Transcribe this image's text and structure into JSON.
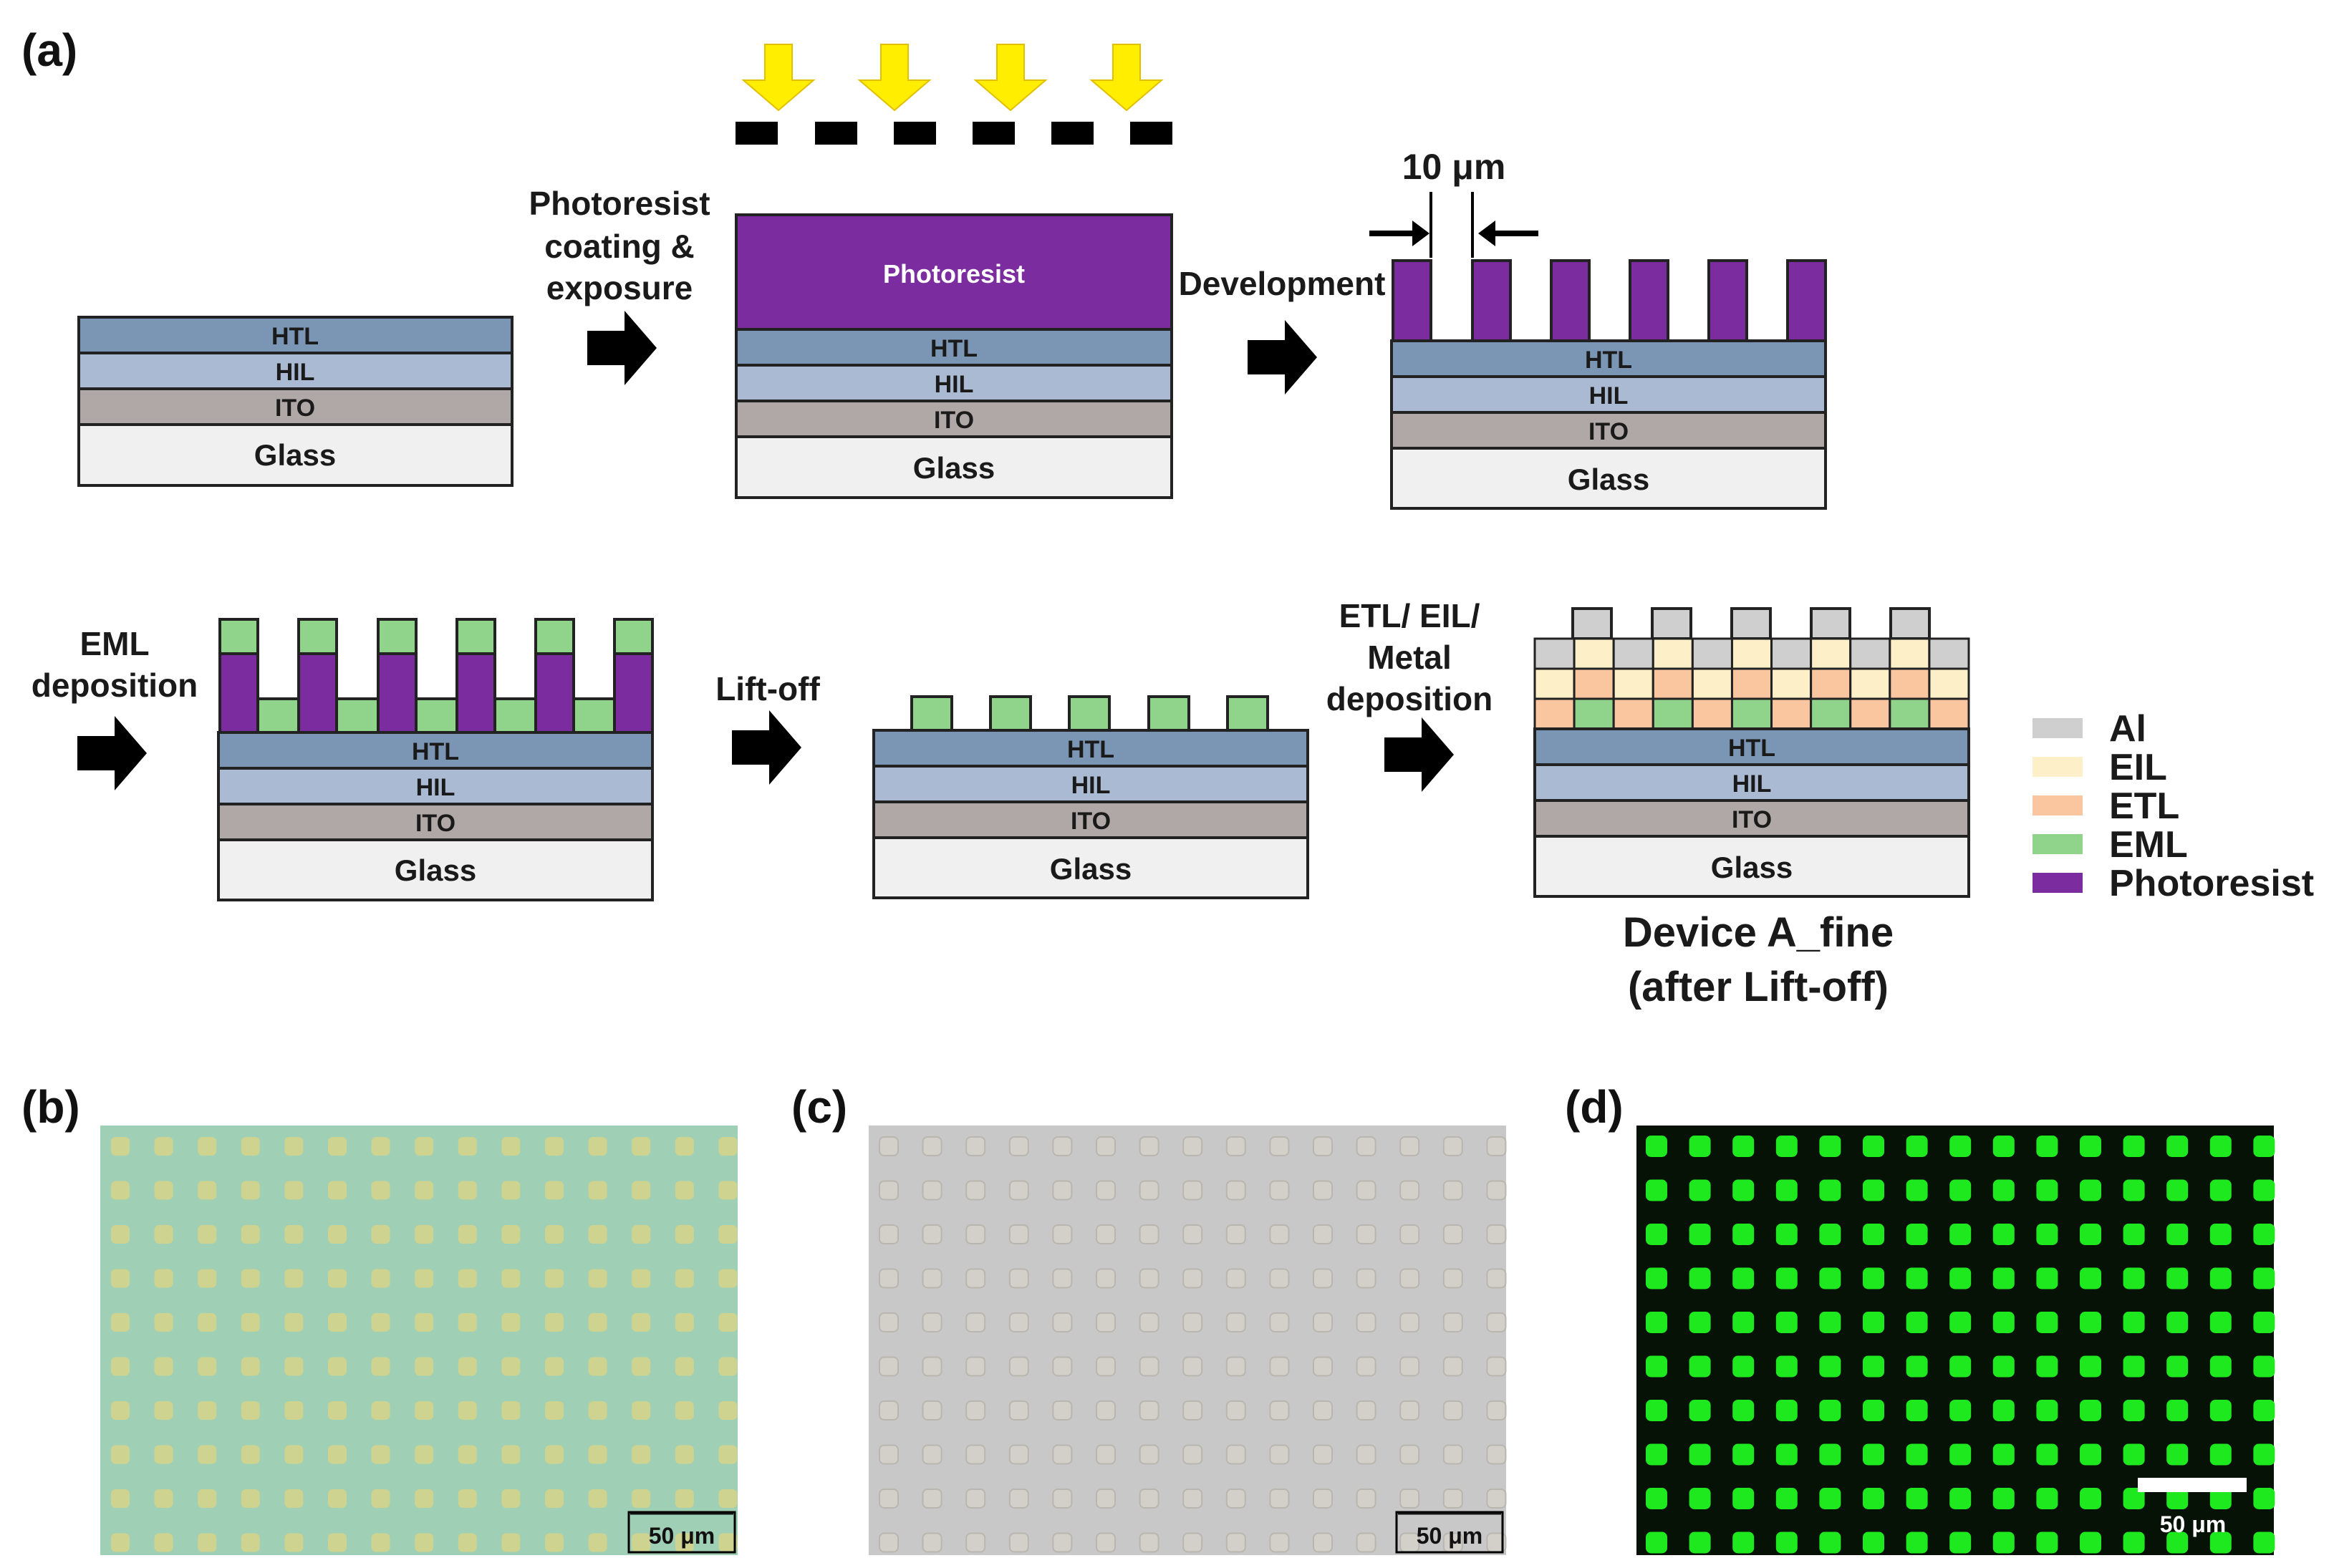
{
  "panel_labels": {
    "a": "(a)",
    "b": "(b)",
    "c": "(c)",
    "d": "(d)"
  },
  "layers": {
    "htl": "HTL",
    "hil": "HIL",
    "ito": "ITO",
    "glass": "Glass",
    "photoresist": "Photoresist"
  },
  "steps": {
    "coating": [
      "Photoresist",
      "coating &",
      "exposure"
    ],
    "development": "Development",
    "eml": [
      "EML",
      "deposition"
    ],
    "liftoff": "Lift-off",
    "etl": [
      "ETL/ EIL/",
      "Metal",
      "deposition"
    ]
  },
  "dimension_label": "10 μm",
  "device_caption": [
    "Device A_fine",
    "(after Lift-off)"
  ],
  "legend": [
    {
      "label": "Al",
      "color": "#cfcfcf"
    },
    {
      "label": "EIL",
      "color": "#fdf0c8"
    },
    {
      "label": "ETL",
      "color": "#f9c6a0"
    },
    {
      "label": "EML",
      "color": "#8fd48a"
    },
    {
      "label": "Photoresist",
      "color": "#7b2da0"
    }
  ],
  "colors": {
    "htl": "#7b95b4",
    "hil": "#a9bad2",
    "ito": "#b0a8a6",
    "glass": "#f0f0f0",
    "photoresist": "#7b2da0",
    "eml": "#8fd48a",
    "etl": "#f9c6a0",
    "eil": "#fdf0c8",
    "al": "#cfcfcf",
    "light_arrow": "#ffee00",
    "micro_b": "#9fcfb4",
    "micro_c": "#c8c8c8",
    "micro_d": "#061206",
    "micro_d_dot": "#1ee81e"
  },
  "micrographs": {
    "b": {
      "scale_bar": "50 μm"
    },
    "c": {
      "scale_bar": "50 μm"
    },
    "d": {
      "scale_bar": "50 μm"
    }
  }
}
